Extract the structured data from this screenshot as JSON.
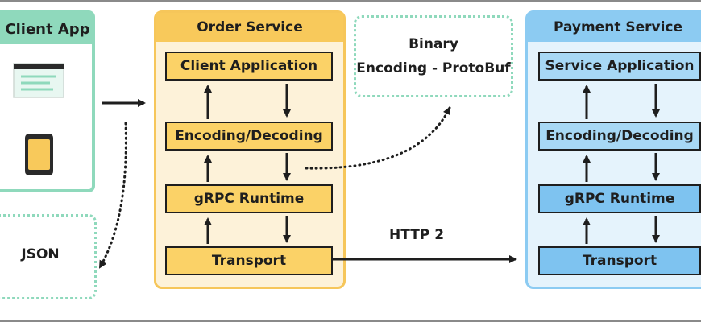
{
  "client_app": {
    "title": "Client App"
  },
  "order_service": {
    "title": "Order Service",
    "layers": [
      "Client Application",
      "Encoding/Decoding",
      "gRPC Runtime",
      "Transport"
    ]
  },
  "payment_service": {
    "title": "Payment Service",
    "layers": [
      "Service Application",
      "Encoding/Decoding",
      "gRPC Runtime",
      "Transport"
    ]
  },
  "binary_encoding": {
    "line1": "Binary",
    "line2": "Encoding - ProtoBuf"
  },
  "json_box": {
    "label": "JSON"
  },
  "transport_link": {
    "label": "HTTP 2"
  },
  "colors": {
    "client_green": "#8fd9bc",
    "order_yellow": "#f8c95b",
    "order_layer": "#fbd267",
    "payment_blue": "#8ccbf2",
    "payment_layer": "#a7d8f5",
    "border": "#1e1e1e"
  },
  "icons": [
    "browser-window-icon",
    "mobile-phone-icon"
  ]
}
